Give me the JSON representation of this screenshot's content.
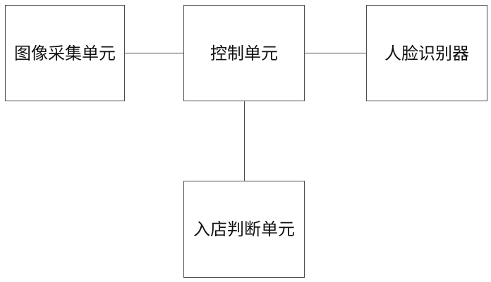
{
  "nodes": {
    "image_capture": {
      "label": "图像采集单元"
    },
    "control": {
      "label": "控制单元"
    },
    "face_recognizer": {
      "label": "人脸识别器"
    },
    "entry_judgment": {
      "label": "入店判断单元"
    }
  },
  "edges": [
    {
      "from": "image_capture",
      "to": "control"
    },
    {
      "from": "control",
      "to": "face_recognizer"
    },
    {
      "from": "control",
      "to": "entry_judgment"
    }
  ],
  "colors": {
    "line": "#4d4d4d",
    "text": "#111111",
    "background": "#ffffff"
  }
}
